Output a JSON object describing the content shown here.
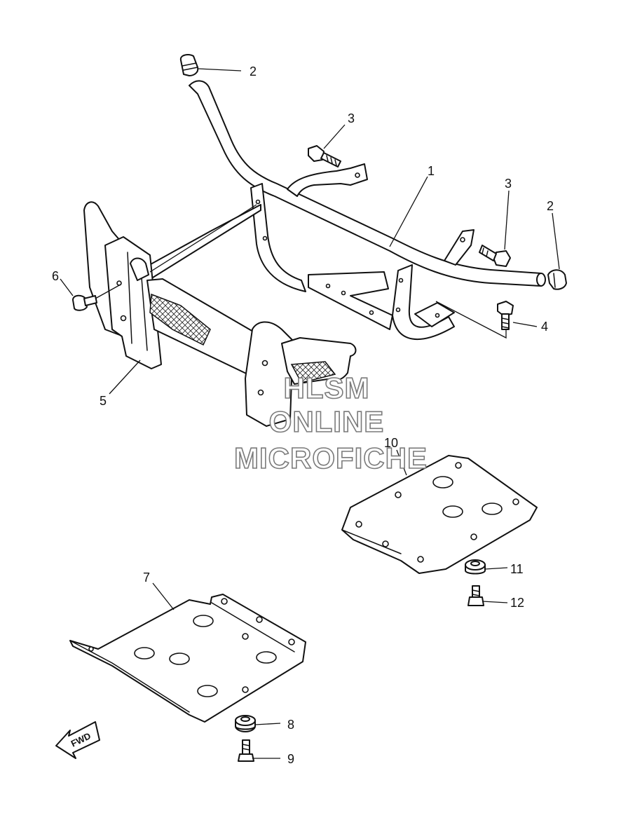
{
  "diagram": {
    "callouts": {
      "c1": "1",
      "c2a": "2",
      "c2b": "2",
      "c3a": "3",
      "c3b": "3",
      "c4": "4",
      "c5": "5",
      "c6": "6",
      "c7": "7",
      "c8": "8",
      "c9": "9",
      "c10": "10",
      "c11": "11",
      "c12": "12"
    },
    "watermark": {
      "line1": "HLSM",
      "line2": "ONLINE",
      "line3": "MICROFICHE"
    },
    "direction_label": "FWD"
  }
}
